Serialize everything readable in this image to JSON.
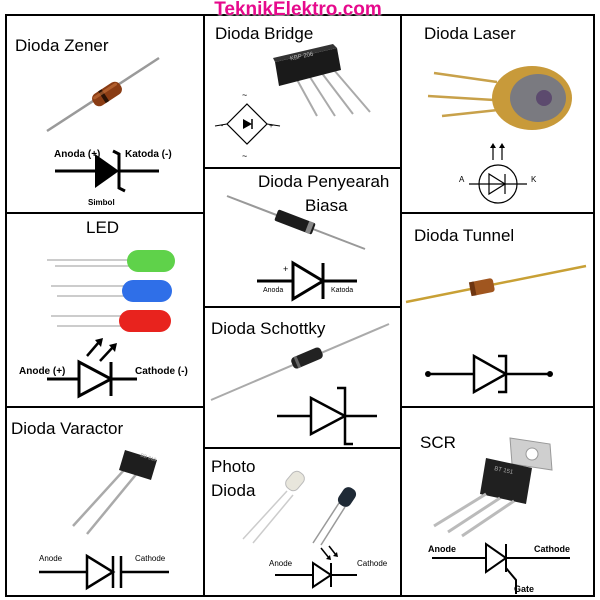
{
  "header": {
    "watermark": "TeknikElektro.com"
  },
  "cells": {
    "zener": {
      "title": "Dioda Zener",
      "anode": "Anoda (+)",
      "cathode": "Katoda (-)",
      "caption": "Simbol"
    },
    "bridge": {
      "title": "Dioda Bridge",
      "part_code": "KBP 206"
    },
    "laser": {
      "title": "Dioda Laser",
      "pin_a": "A",
      "pin_k": "K"
    },
    "led": {
      "title": "LED",
      "anode": "Anode (+)",
      "cathode": "Cathode (-)"
    },
    "rectifier": {
      "title_line1": "Dioda Penyearah",
      "title_line2": "Biasa",
      "plus": "+",
      "anode": "Anoda",
      "cathode": "Katoda"
    },
    "tunnel": {
      "title": "Dioda Tunnel"
    },
    "schottky": {
      "title": "Dioda Schottky"
    },
    "varactor": {
      "title": "Dioda Varactor",
      "part_code": "BB 910",
      "anode": "Anode",
      "cathode": "Cathode"
    },
    "photo": {
      "title_line1": "Photo",
      "title_line2": "Dioda",
      "anode": "Anode",
      "cathode": "Cathode"
    },
    "scr": {
      "title": "SCR",
      "part_code": "BT 151",
      "anode": "Anode",
      "cathode": "Cathode",
      "gate": "Gate"
    }
  }
}
